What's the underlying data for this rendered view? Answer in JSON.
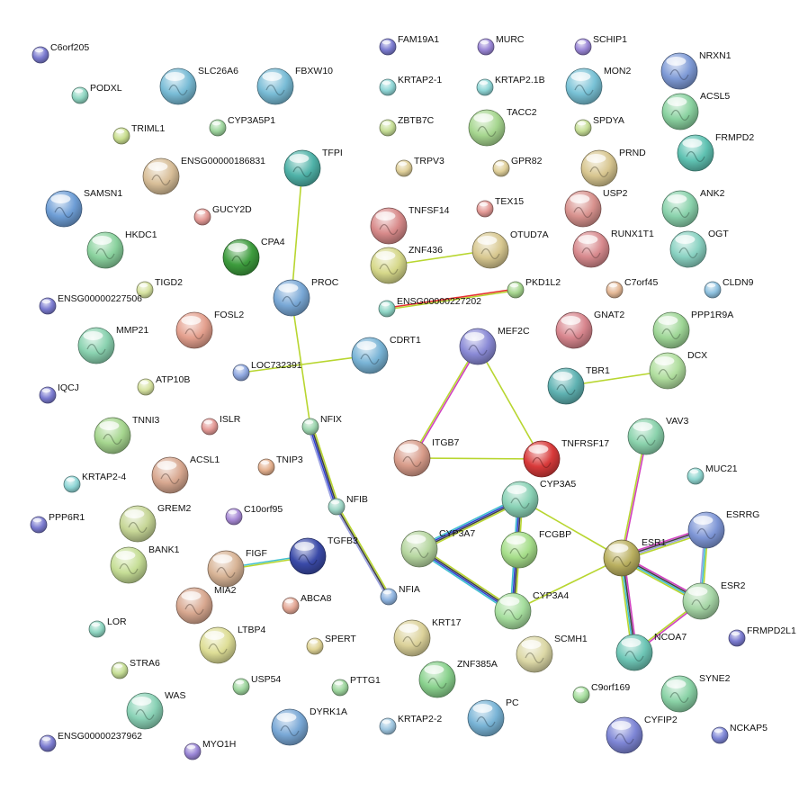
{
  "nodes": [
    {
      "id": "C6orf205",
      "color": "#7b7bd0",
      "size": "small"
    },
    {
      "id": "PODXL",
      "color": "#8fd6c2",
      "size": "small"
    },
    {
      "id": "SLC26A6",
      "color": "#79bcd6",
      "size": "large"
    },
    {
      "id": "FBXW10",
      "color": "#79bcd6",
      "size": "large"
    },
    {
      "id": "TRIML1",
      "color": "#c9de8f",
      "size": "small"
    },
    {
      "id": "CYP3A5P1",
      "color": "#9ed69e",
      "size": "small"
    },
    {
      "id": "TFPI",
      "color": "#4fb2a8",
      "size": "large"
    },
    {
      "id": "ENSG00000186831",
      "color": "#d8be98",
      "size": "large"
    },
    {
      "id": "SAMSN1",
      "color": "#6e9ed6",
      "size": "large"
    },
    {
      "id": "GUCY2D",
      "color": "#e49a96",
      "size": "small"
    },
    {
      "id": "HKDC1",
      "color": "#8ad29e",
      "size": "large"
    },
    {
      "id": "CPA4",
      "color": "#3d9c3d",
      "size": "large"
    },
    {
      "id": "TIGD2",
      "color": "#d6e2a0",
      "size": "small"
    },
    {
      "id": "ENSG00000227506",
      "color": "#7b7bd0",
      "size": "small"
    },
    {
      "id": "PROC",
      "color": "#79a8d6",
      "size": "large"
    },
    {
      "id": "FOSL2",
      "color": "#e4a08e",
      "size": "large"
    },
    {
      "id": "MMP21",
      "color": "#8ad2b0",
      "size": "large"
    },
    {
      "id": "ATP10B",
      "color": "#d6e2a0",
      "size": "small"
    },
    {
      "id": "LOC732391",
      "color": "#8fa8e0",
      "size": "small"
    },
    {
      "id": "CDRT1",
      "color": "#79b4d6",
      "size": "large"
    },
    {
      "id": "IQCJ",
      "color": "#7b7bd0",
      "size": "small"
    },
    {
      "id": "TNNI3",
      "color": "#a6d68f",
      "size": "large"
    },
    {
      "id": "ISLR",
      "color": "#e49a96",
      "size": "small"
    },
    {
      "id": "NFIX",
      "color": "#9ed6b0",
      "size": "small"
    },
    {
      "id": "KRTAP2-4",
      "color": "#8fd6d6",
      "size": "small"
    },
    {
      "id": "ACSL1",
      "color": "#d8a890",
      "size": "large"
    },
    {
      "id": "TNIP3",
      "color": "#e4b08e",
      "size": "small"
    },
    {
      "id": "PPP6R1",
      "color": "#7b7bd0",
      "size": "small"
    },
    {
      "id": "GREM2",
      "color": "#c6d696",
      "size": "large"
    },
    {
      "id": "C10orf95",
      "color": "#a88ad6",
      "size": "small"
    },
    {
      "id": "NFIB",
      "color": "#9ed6c6",
      "size": "small"
    },
    {
      "id": "BANK1",
      "color": "#c6de96",
      "size": "large"
    },
    {
      "id": "FIGF",
      "color": "#d8b496",
      "size": "large"
    },
    {
      "id": "TGFB3",
      "color": "#3a4aa8",
      "size": "large"
    },
    {
      "id": "MIA2",
      "color": "#d8a890",
      "size": "large"
    },
    {
      "id": "ABCA8",
      "color": "#e4a896",
      "size": "small"
    },
    {
      "id": "NFIA",
      "color": "#8fb4e0",
      "size": "small"
    },
    {
      "id": "LOR",
      "color": "#8fd6c2",
      "size": "small"
    },
    {
      "id": "LTBP4",
      "color": "#dede96",
      "size": "large"
    },
    {
      "id": "SPERT",
      "color": "#e0d496",
      "size": "small"
    },
    {
      "id": "STRA6",
      "color": "#c6de96",
      "size": "small"
    },
    {
      "id": "USP54",
      "color": "#9ed69e",
      "size": "small"
    },
    {
      "id": "PTTG1",
      "color": "#9ed69e",
      "size": "small"
    },
    {
      "id": "WAS",
      "color": "#8ad2b6",
      "size": "large"
    },
    {
      "id": "DYRK1A",
      "color": "#79a8d6",
      "size": "large"
    },
    {
      "id": "ENSG00000237962",
      "color": "#7b7bd0",
      "size": "small"
    },
    {
      "id": "MYO1H",
      "color": "#9a86d6",
      "size": "small"
    },
    {
      "id": "FAM19A1",
      "color": "#7b7bd0",
      "size": "small"
    },
    {
      "id": "MURC",
      "color": "#9a86d6",
      "size": "small"
    },
    {
      "id": "SCHIP1",
      "color": "#9a86d6",
      "size": "small"
    },
    {
      "id": "KRTAP2-1",
      "color": "#8fd6d6",
      "size": "small"
    },
    {
      "id": "KRTAP2.1B",
      "color": "#8fd6d6",
      "size": "small"
    },
    {
      "id": "MON2",
      "color": "#79c2d6",
      "size": "large"
    },
    {
      "id": "ZBTB7C",
      "color": "#c6de96",
      "size": "small"
    },
    {
      "id": "TACC2",
      "color": "#a6d68f",
      "size": "large"
    },
    {
      "id": "SPDYA",
      "color": "#c6de96",
      "size": "small"
    },
    {
      "id": "TRPV3",
      "color": "#e0d09a",
      "size": "small"
    },
    {
      "id": "GPR82",
      "color": "#e0d09a",
      "size": "small"
    },
    {
      "id": "PRND",
      "color": "#d8c690",
      "size": "large"
    },
    {
      "id": "TNFSF14",
      "color": "#d88a8a",
      "size": "large"
    },
    {
      "id": "TEX15",
      "color": "#e49a96",
      "size": "small"
    },
    {
      "id": "USP2",
      "color": "#d8928e",
      "size": "large"
    },
    {
      "id": "ZNF436",
      "color": "#d6d88a",
      "size": "large"
    },
    {
      "id": "OTUD7A",
      "color": "#d8c890",
      "size": "large"
    },
    {
      "id": "RUNX1T1",
      "color": "#d88a8e",
      "size": "large"
    },
    {
      "id": "PKD1L2",
      "color": "#a6d68f",
      "size": "small"
    },
    {
      "id": "ENSG00000227202",
      "color": "#8fd6c6",
      "size": "small"
    },
    {
      "id": "C7orf45",
      "color": "#e4b896",
      "size": "small"
    },
    {
      "id": "GNAT2",
      "color": "#d8868e",
      "size": "large"
    },
    {
      "id": "MEF2C",
      "color": "#8a8ad6",
      "size": "large"
    },
    {
      "id": "TBR1",
      "color": "#5fb2b2",
      "size": "large"
    },
    {
      "id": "ITGB7",
      "color": "#d89c8a",
      "size": "large"
    },
    {
      "id": "TNFRSF17",
      "color": "#d83a3a",
      "size": "large"
    },
    {
      "id": "NRXN1",
      "color": "#7e9ad6",
      "size": "large"
    },
    {
      "id": "ACSL5",
      "color": "#8ad2a0",
      "size": "large"
    },
    {
      "id": "FRMPD2",
      "color": "#5fc2b2",
      "size": "large"
    },
    {
      "id": "ANK2",
      "color": "#8ad2ac",
      "size": "large"
    },
    {
      "id": "OGT",
      "color": "#8ad2c2",
      "size": "large"
    },
    {
      "id": "CLDN9",
      "color": "#8fc2e0",
      "size": "small"
    },
    {
      "id": "PPP1R9A",
      "color": "#9ed696",
      "size": "large"
    },
    {
      "id": "DCX",
      "color": "#b0de9e",
      "size": "large"
    },
    {
      "id": "VAV3",
      "color": "#8ad2ac",
      "size": "large"
    },
    {
      "id": "MUC21",
      "color": "#8fd6d0",
      "size": "small"
    },
    {
      "id": "CYP3A5",
      "color": "#8ad2b6",
      "size": "large"
    },
    {
      "id": "CYP3A7",
      "color": "#b6d6a0",
      "size": "large"
    },
    {
      "id": "FCGBP",
      "color": "#a6de8a",
      "size": "large"
    },
    {
      "id": "ESRRG",
      "color": "#7e96d6",
      "size": "large"
    },
    {
      "id": "ESR1",
      "color": "#bab060",
      "size": "large"
    },
    {
      "id": "CYP3A4",
      "color": "#a6de9e",
      "size": "large"
    },
    {
      "id": "ESR2",
      "color": "#a6d6a6",
      "size": "large"
    },
    {
      "id": "FRMPD2L1",
      "color": "#7b7bd0",
      "size": "small"
    },
    {
      "id": "KRT17",
      "color": "#dcd29a",
      "size": "large"
    },
    {
      "id": "SCMH1",
      "color": "#dcd8a6",
      "size": "large"
    },
    {
      "id": "NCOA7",
      "color": "#6ec6b6",
      "size": "large"
    },
    {
      "id": "ZNF385A",
      "color": "#8ad28e",
      "size": "large"
    },
    {
      "id": "C9orf169",
      "color": "#a6de9e",
      "size": "small"
    },
    {
      "id": "SYNE2",
      "color": "#8ad2a6",
      "size": "large"
    },
    {
      "id": "KRTAP2-2",
      "color": "#9ec6e0",
      "size": "small"
    },
    {
      "id": "PC",
      "color": "#79b4d6",
      "size": "large"
    },
    {
      "id": "CYFIP2",
      "color": "#7e86d6",
      "size": "large"
    },
    {
      "id": "NCKAP5",
      "color": "#7e86d6",
      "size": "small"
    }
  ],
  "edges": [
    {
      "source": "TFPI",
      "target": "PROC",
      "colors": [
        "#b8d630"
      ]
    },
    {
      "source": "PROC",
      "target": "NFIX",
      "colors": [
        "#b8d630"
      ]
    },
    {
      "source": "LOC732391",
      "target": "CDRT1",
      "colors": [
        "#b8d630"
      ]
    },
    {
      "source": "ZNF436",
      "target": "OTUD7A",
      "colors": [
        "#b8d630"
      ]
    },
    {
      "source": "ENSG00000227202",
      "target": "PKD1L2",
      "colors": [
        "#e63030",
        "#b8d630"
      ]
    },
    {
      "source": "NFIX",
      "target": "NFIB",
      "colors": [
        "#b8d630",
        "#404040",
        "#3040d0",
        "#9aa0e0"
      ]
    },
    {
      "source": "NFIB",
      "target": "NFIA",
      "colors": [
        "#b8d630",
        "#404040",
        "#9aa0e0"
      ]
    },
    {
      "source": "MEF2C",
      "target": "ITGB7",
      "colors": [
        "#d040c0",
        "#b8d630"
      ]
    },
    {
      "source": "MEF2C",
      "target": "TNFRSF17",
      "colors": [
        "#b8d630"
      ]
    },
    {
      "source": "ITGB7",
      "target": "TNFRSF17",
      "colors": [
        "#b8d630"
      ]
    },
    {
      "source": "TBR1",
      "target": "DCX",
      "colors": [
        "#b8d630"
      ]
    },
    {
      "source": "FIGF",
      "target": "TGFB3",
      "colors": [
        "#40c0d0",
        "#b8d630"
      ]
    },
    {
      "source": "CYP3A5",
      "target": "CYP3A7",
      "colors": [
        "#b8d630",
        "#404040",
        "#3040d0",
        "#40c0d0"
      ]
    },
    {
      "source": "CYP3A7",
      "target": "CYP3A4",
      "colors": [
        "#b8d630",
        "#404040",
        "#3040d0",
        "#40c0d0"
      ]
    },
    {
      "source": "CYP3A5",
      "target": "CYP3A4",
      "colors": [
        "#b8d630",
        "#404040",
        "#3040d0",
        "#40c0d0"
      ]
    },
    {
      "source": "CYP3A5",
      "target": "ESR1",
      "colors": [
        "#b8d630"
      ]
    },
    {
      "source": "CYP3A4",
      "target": "ESR1",
      "colors": [
        "#b8d630"
      ]
    },
    {
      "source": "VAV3",
      "target": "ESR1",
      "colors": [
        "#d040c0",
        "#b8d630"
      ]
    },
    {
      "source": "ESR1",
      "target": "ESRRG",
      "colors": [
        "#d040c0",
        "#404040",
        "#9aa0e0",
        "#b8d630"
      ]
    },
    {
      "source": "ESR1",
      "target": "ESR2",
      "colors": [
        "#d040c0",
        "#404040",
        "#40c0d0",
        "#b8d630"
      ]
    },
    {
      "source": "ESRRG",
      "target": "ESR2",
      "colors": [
        "#b8d630",
        "#40c0d0",
        "#9aa0e0"
      ]
    },
    {
      "source": "ESR1",
      "target": "NCOA7",
      "colors": [
        "#d040c0",
        "#404040",
        "#40c0d0",
        "#b8d630"
      ]
    },
    {
      "source": "ESR2",
      "target": "NCOA7",
      "colors": [
        "#d040c0",
        "#b8d630"
      ]
    }
  ]
}
